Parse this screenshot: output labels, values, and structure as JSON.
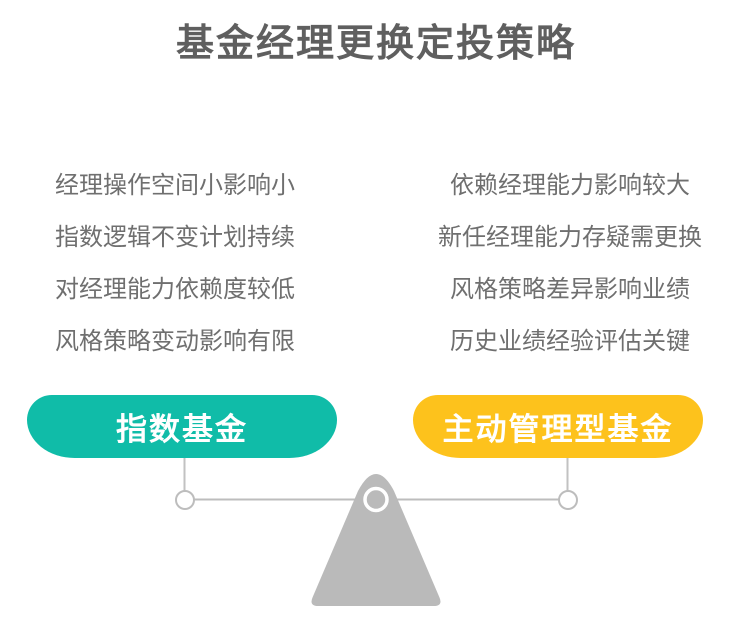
{
  "title": "基金经理更换定投策略",
  "comparison": {
    "left": {
      "label": "指数基金",
      "color": "#10BCA8",
      "points": [
        "经理操作空间小影响小",
        "指数逻辑不变计划持续",
        "对经理能力依赖度较低",
        "风格策略变动影响有限"
      ]
    },
    "right": {
      "label": "主动管理型基金",
      "color": "#FDC21C",
      "points": [
        "依赖经理能力影响较大",
        "新任经理能力存疑需更换",
        "风格策略差异影响业绩",
        "历史业绩经验评估关键"
      ]
    }
  },
  "scale": {
    "hanger_line_color": "#C2C2C2",
    "beam_color": "#BDBDBD",
    "node_stroke_color": "#BDBDBD",
    "node_fill_color": "#FFFFFF",
    "fulcrum_color": "#BABABA",
    "pivot_ring_color": "#FFFFFF"
  }
}
